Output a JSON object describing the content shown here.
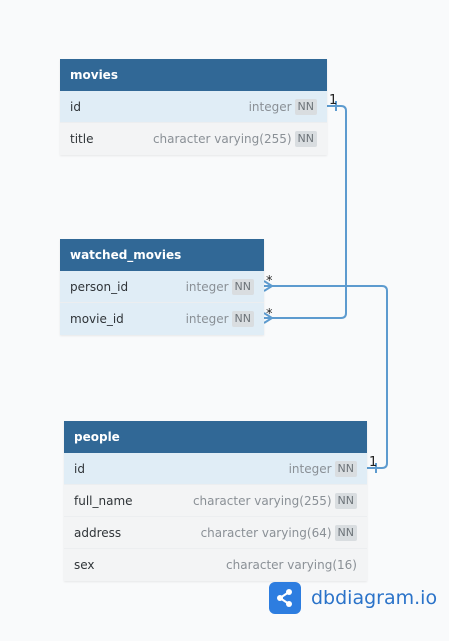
{
  "tables": {
    "movies": {
      "name": "movies",
      "fields": [
        {
          "name": "id",
          "type": "integer",
          "nn": "NN"
        },
        {
          "name": "title",
          "type": "character varying(255)",
          "nn": "NN"
        }
      ]
    },
    "watched_movies": {
      "name": "watched_movies",
      "fields": [
        {
          "name": "person_id",
          "type": "integer",
          "nn": "NN"
        },
        {
          "name": "movie_id",
          "type": "integer",
          "nn": "NN"
        }
      ]
    },
    "people": {
      "name": "people",
      "fields": [
        {
          "name": "id",
          "type": "integer",
          "nn": "NN"
        },
        {
          "name": "full_name",
          "type": "character varying(255)",
          "nn": "NN"
        },
        {
          "name": "address",
          "type": "character varying(64)",
          "nn": "NN"
        },
        {
          "name": "sex",
          "type": "character varying(16)"
        }
      ]
    }
  },
  "relations": {
    "movies_card": "1",
    "wm_movie_card": "*",
    "wm_person_card": "*",
    "people_card": "1"
  },
  "brand": {
    "icon": "share-icon",
    "text": "dbdiagram.io",
    "color": "#2d7de0"
  },
  "colors": {
    "header": "#316896",
    "highlight_row": "#e0edf6",
    "row": "#f3f4f5",
    "link": "#5d9bcf"
  }
}
